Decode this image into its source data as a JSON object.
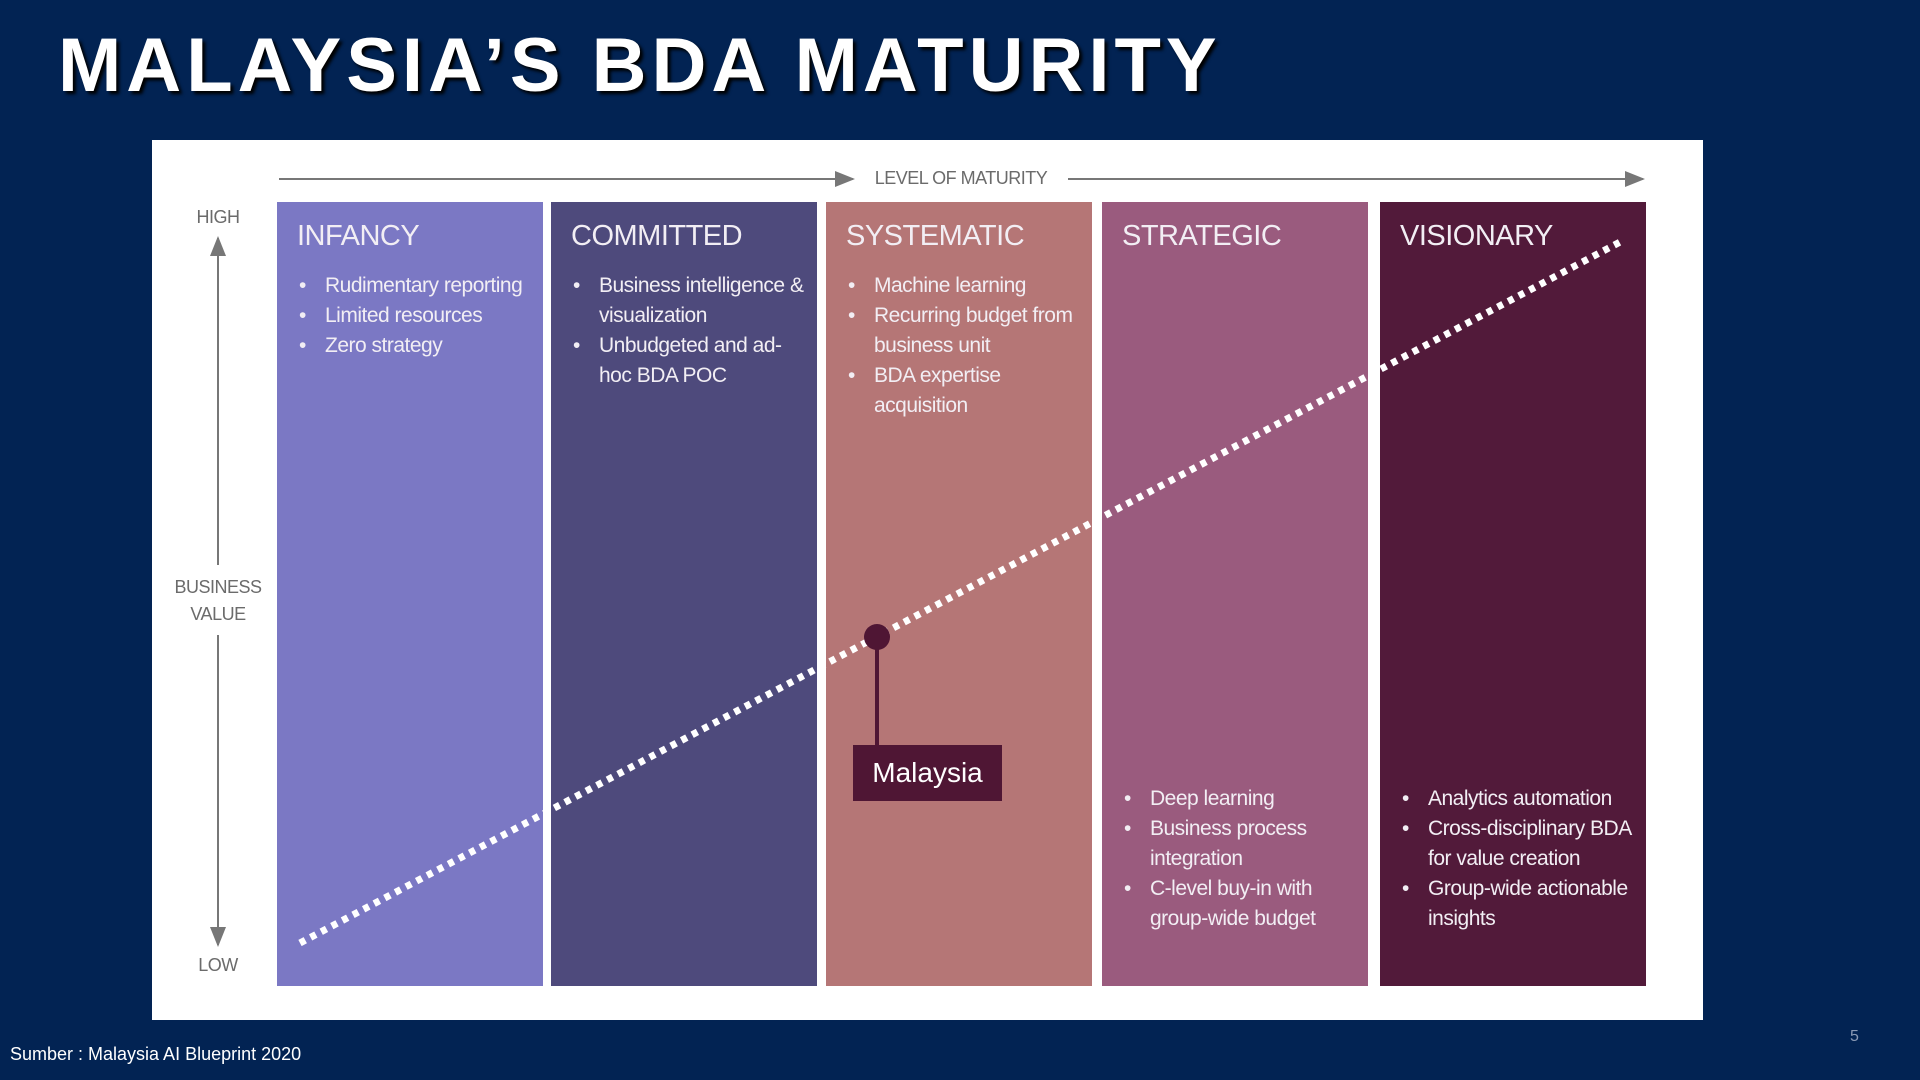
{
  "title": "MALAYSIA’S BDA MATURITY",
  "axis": {
    "x_label": "LEVEL OF MATURITY",
    "y_label_line1": "BUSINESS",
    "y_label_line2": "VALUE",
    "high": "HIGH",
    "low": "LOW"
  },
  "stages": [
    {
      "name": "INFANCY",
      "color": "#7b78c4",
      "bullets": [
        "Rudimentary reporting",
        "Limited resources",
        "Zero strategy"
      ]
    },
    {
      "name": "COMMITTED",
      "color": "#4e4a7c",
      "bullets": [
        "Business intelligence & visualization",
        "Unbudgeted and ad-hoc BDA POC"
      ]
    },
    {
      "name": "SYSTEMATIC",
      "color": "#b57676",
      "bullets": [
        "Machine learning",
        "Recurring budget from business unit",
        "BDA expertise acquisition"
      ]
    },
    {
      "name": "STRATEGIC",
      "color": "#9a5b7e",
      "bullets": [
        "Deep learning",
        "Business process integration",
        "C-level buy-in with group-wide budget"
      ]
    },
    {
      "name": "VISIONARY",
      "color": "#521a3a",
      "bullets": [
        "Analytics automation",
        "Cross-disciplinary BDA for value creation",
        "Group-wide actionable insights"
      ]
    }
  ],
  "marker": {
    "label": "Malaysia",
    "stage": "SYSTEMATIC"
  },
  "footer": {
    "source": "Sumber : Malaysia AI Blueprint 2020",
    "page": "5"
  }
}
